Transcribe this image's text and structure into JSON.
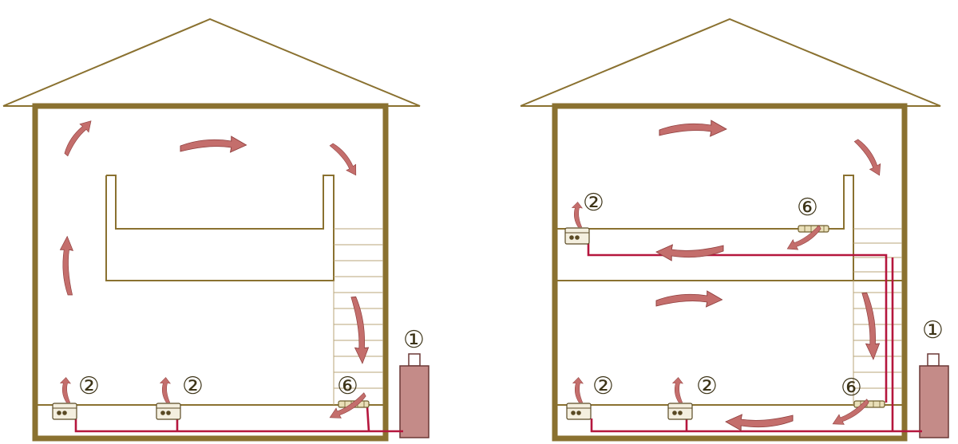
{
  "labels": {
    "boiler": "①",
    "radiator": "②",
    "convector": "⑥"
  },
  "colors": {
    "structure": "#8a7130",
    "pipe": "#b5163d",
    "airflow_arrow": "#c46e6c",
    "boiler": "#c48b88"
  }
}
